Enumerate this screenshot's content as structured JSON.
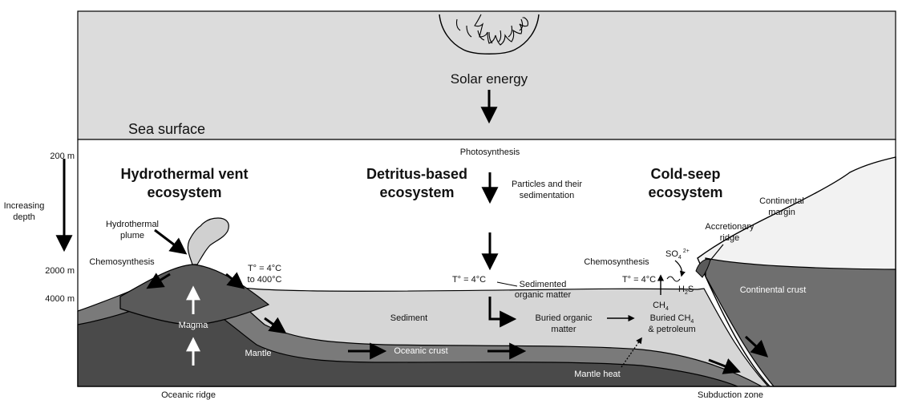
{
  "labels": {
    "solar_energy": "Solar energy",
    "sea_surface": "Sea surface",
    "depth_200": "200 m",
    "depth_2000": "2000 m",
    "depth_4000": "4000 m",
    "increasing_depth_1": "Increasing",
    "increasing_depth_2": "depth",
    "photosynthesis": "Photosynthesis",
    "particles_1": "Particles and their",
    "particles_2": "sedimentation",
    "hydrothermal_heading_1": "Hydrothermal vent",
    "hydrothermal_heading_2": "ecosystem",
    "detritus_heading_1": "Detritus-based",
    "detritus_heading_2": "ecosystem",
    "coldseep_heading_1": "Cold-seep",
    "coldseep_heading_2": "ecosystem",
    "continental_margin_1": "Continental",
    "continental_margin_2": "margin",
    "accretionary_ridge_1": "Accretionary",
    "accretionary_ridge_2": "ridge",
    "hydrothermal_plume_1": "Hydrothermal",
    "hydrothermal_plume_2": "plume",
    "chemosynthesis_left": "Chemosynthesis",
    "chemosynthesis_right": "Chemosynthesis",
    "temp_vent_1": "T° = 4°C",
    "temp_vent_2": "to 400°C",
    "temp_mid": "T° = 4°C",
    "temp_seep": "T° = 4°C",
    "sedimented_1": "Sedimented",
    "sedimented_2": "organic matter",
    "so4": "SO",
    "so4_sub": "4",
    "so4_sup": "2+",
    "h2s_h": "H",
    "h2s_sub": "2",
    "h2s_s": "S",
    "ch4": "CH",
    "ch4_sub": "4",
    "magma": "Magma",
    "sediment": "Sediment",
    "buried_organic_1": "Buried organic",
    "buried_organic_2": "matter",
    "buried_ch4_1": "Buried CH",
    "buried_ch4_sub": "4",
    "buried_ch4_2": "& petroleum",
    "mantle": "Mantle",
    "oceanic_crust": "Oceanic crust",
    "continental_crust": "Continental crust",
    "mantle_heat": "Mantle heat",
    "oceanic_ridge": "Oceanic ridge",
    "subduction_zone": "Subduction zone"
  },
  "colors": {
    "sky": "#dcdcdc",
    "water": "#ffffff",
    "sediment": "#d6d6d6",
    "oceanic_crust": "#7a7a7a",
    "mantle": "#4a4a4a",
    "continental_crust": "#6f6f6f",
    "continent_top": "#f2f2f2",
    "plume": "#d0d0d0"
  }
}
